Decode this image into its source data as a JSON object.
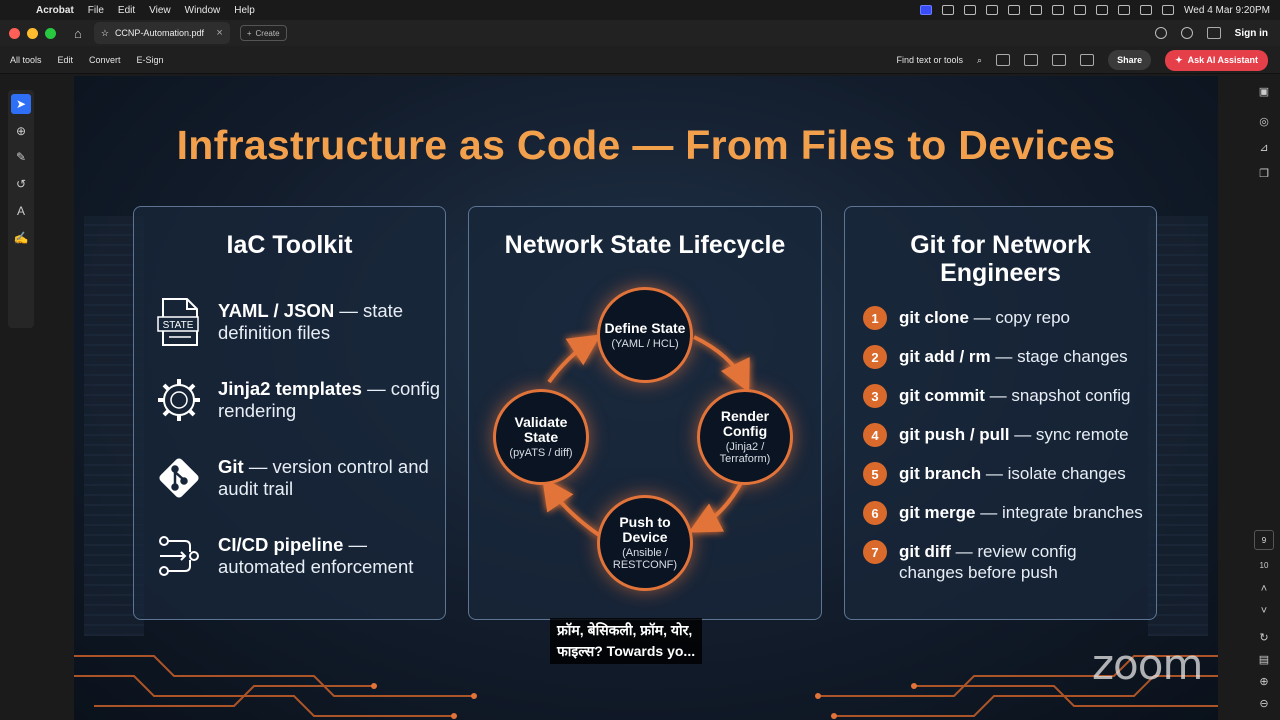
{
  "menubar": {
    "app_name": "Acrobat",
    "items": [
      "File",
      "Edit",
      "View",
      "Window",
      "Help"
    ],
    "datetime": "Wed 4 Mar  9:20PM"
  },
  "tabs": {
    "file_tab": "CCNP-Automation.pdf",
    "create_label": "Create",
    "signin": "Sign in"
  },
  "toolbar": {
    "items": [
      "All tools",
      "Edit",
      "Convert",
      "E-Sign"
    ],
    "find_placeholder": "Find text or tools",
    "share": "Share",
    "ai_assistant": "Ask AI Assistant"
  },
  "page_nav": {
    "current": "9",
    "total": "10"
  },
  "slide": {
    "title": "Infrastructure as Code — From Files to Devices",
    "toolkit": {
      "heading": "IaC Toolkit",
      "items": [
        {
          "icon": "state-file-icon",
          "bold": "YAML / JSON",
          "rest": " — state definition files"
        },
        {
          "icon": "gear-template-icon",
          "bold": "Jinja2 templates",
          "rest": " — config rendering"
        },
        {
          "icon": "git-logo-icon",
          "bold": "Git",
          "rest": " — version control and audit trail"
        },
        {
          "icon": "pipeline-icon",
          "bold": "CI/CD pipeline",
          "rest": " — automated enforcement"
        }
      ],
      "state_badge": "STATE"
    },
    "lifecycle": {
      "heading": "Network State Lifecycle",
      "nodes": [
        {
          "title": "Define State",
          "sub": "(YAML / HCL)"
        },
        {
          "title": "Render Config",
          "sub": "(Jinja2 / Terraform)"
        },
        {
          "title": "Push to Device",
          "sub": "(Ansible / RESTCONF)"
        },
        {
          "title": "Validate State",
          "sub": "(pyATS / diff)"
        }
      ]
    },
    "git": {
      "heading": "Git for Network Engineers",
      "items": [
        {
          "n": "1",
          "cmd": "git clone",
          "desc": " — copy repo"
        },
        {
          "n": "2",
          "cmd": "git add / rm",
          "desc": " — stage changes"
        },
        {
          "n": "3",
          "cmd": "git commit",
          "desc": " — snapshot config"
        },
        {
          "n": "4",
          "cmd": "git push / pull",
          "desc": " — sync remote"
        },
        {
          "n": "5",
          "cmd": "git branch",
          "desc": " — isolate changes"
        },
        {
          "n": "6",
          "cmd": "git merge",
          "desc": " — integrate branches"
        },
        {
          "n": "7",
          "cmd": "git diff",
          "desc": " — review config changes before push"
        }
      ]
    }
  },
  "subtitle_lines": [
    "फ्रॉम, बेसिकली, फ्रॉम, योर,",
    "फाइल्स? Towards yo..."
  ],
  "watermark": "zoom",
  "colors": {
    "title": "#f3a04d",
    "accent": "#e2743a",
    "ai_button": "#e5404a",
    "active_tool": "#2f6ff5"
  }
}
